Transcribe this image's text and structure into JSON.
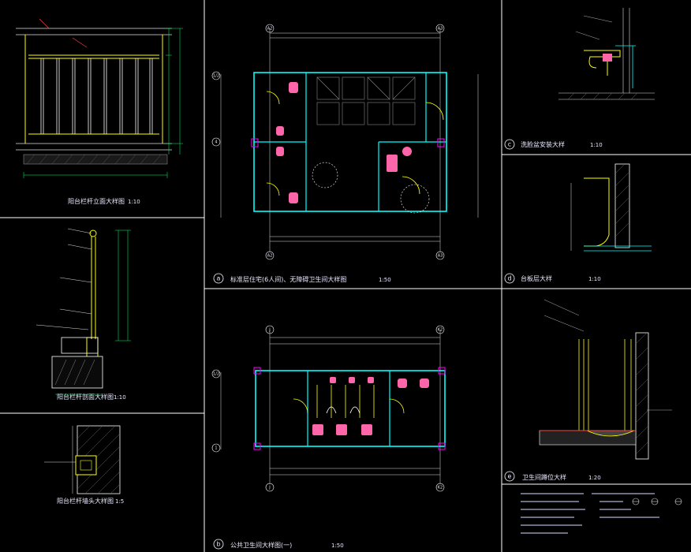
{
  "captions": {
    "railing_elevation": {
      "title": "阳台栏杆立面大样图",
      "scale": "1:10"
    },
    "railing_section": {
      "title": "阳台栏杆剖面大样图",
      "scale": "1:10"
    },
    "wall_node": {
      "title": "阳台栏杆墙头大样图",
      "scale": "1:5"
    },
    "plan_a": {
      "tag": "a",
      "title": "标准层住宅(6人间)、无障碍卫生间大样图",
      "scale": "1:50"
    },
    "plan_b": {
      "tag": "b",
      "title": "公共卫生间大样图(一)",
      "scale": "1:50"
    },
    "detail_c": {
      "tag": "c",
      "title": "洗脸盆安装大样",
      "scale": "1:10"
    },
    "detail_d": {
      "tag": "d",
      "title": "台板层大样",
      "scale": "1:10"
    },
    "detail_e": {
      "tag": "e",
      "title": "卫生间蹲位大样",
      "scale": "1:20"
    }
  },
  "grid_marks": {
    "plan_a": [
      "A2",
      "A3",
      "A2",
      "A3",
      "1/2",
      "4"
    ],
    "plan_b": [
      "J",
      "K2",
      "J",
      "K2",
      "1/2",
      "1"
    ]
  }
}
